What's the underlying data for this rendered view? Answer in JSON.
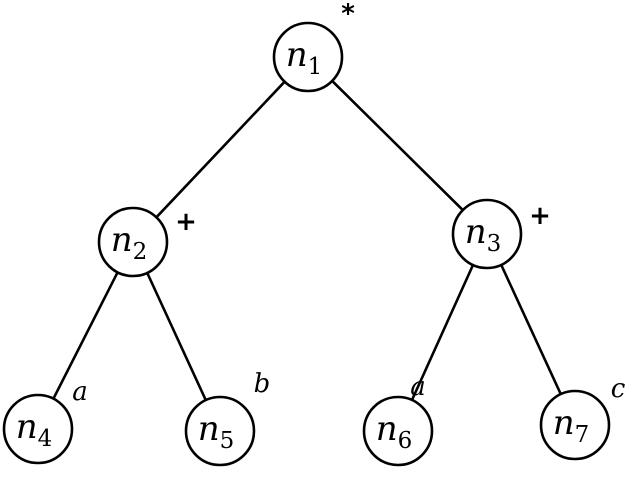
{
  "nodes": [
    {
      "id": "n1",
      "name": "n",
      "sub": "1",
      "label": "*"
    },
    {
      "id": "n2",
      "name": "n",
      "sub": "2",
      "label": "+"
    },
    {
      "id": "n3",
      "name": "n",
      "sub": "3",
      "label": "+"
    },
    {
      "id": "n4",
      "name": "n",
      "sub": "4",
      "label": "a"
    },
    {
      "id": "n5",
      "name": "n",
      "sub": "5",
      "label": "b"
    },
    {
      "id": "n6",
      "name": "n",
      "sub": "6",
      "label": "a"
    },
    {
      "id": "n7",
      "name": "n",
      "sub": "7",
      "label": "c"
    }
  ],
  "edges": [
    {
      "from": "n1",
      "to": "n2"
    },
    {
      "from": "n1",
      "to": "n3"
    },
    {
      "from": "n2",
      "to": "n4"
    },
    {
      "from": "n2",
      "to": "n5"
    },
    {
      "from": "n3",
      "to": "n6"
    },
    {
      "from": "n3",
      "to": "n7"
    }
  ]
}
